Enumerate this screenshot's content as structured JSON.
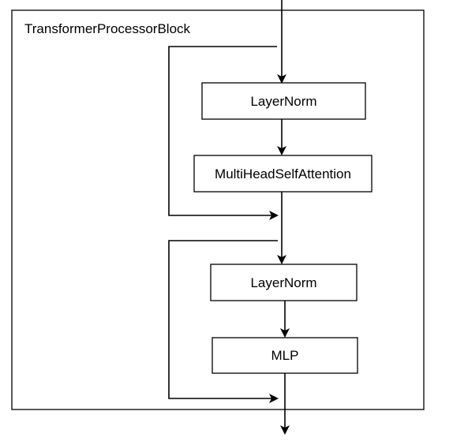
{
  "diagram": {
    "container_title": "TransformerProcessorBlock",
    "nodes": [
      {
        "id": "layernorm-1",
        "label": "LayerNorm"
      },
      {
        "id": "multihead-self-attention",
        "label": "MultiHeadSelfAttention"
      },
      {
        "id": "layernorm-2",
        "label": "LayerNorm"
      },
      {
        "id": "mlp",
        "label": "MLP"
      }
    ],
    "edges": [
      {
        "from": "input",
        "to": "layernorm-1"
      },
      {
        "from": "layernorm-1",
        "to": "multihead-self-attention"
      },
      {
        "from": "multihead-self-attention",
        "to": "residual-add-1"
      },
      {
        "from": "input",
        "to": "residual-add-1",
        "kind": "skip"
      },
      {
        "from": "residual-add-1",
        "to": "layernorm-2"
      },
      {
        "from": "layernorm-2",
        "to": "mlp"
      },
      {
        "from": "mlp",
        "to": "residual-add-2"
      },
      {
        "from": "residual-add-1",
        "to": "residual-add-2",
        "kind": "skip"
      },
      {
        "from": "residual-add-2",
        "to": "output"
      }
    ],
    "colors": {
      "stroke": "#000000",
      "fill": "#ffffff",
      "text": "#000000"
    }
  }
}
